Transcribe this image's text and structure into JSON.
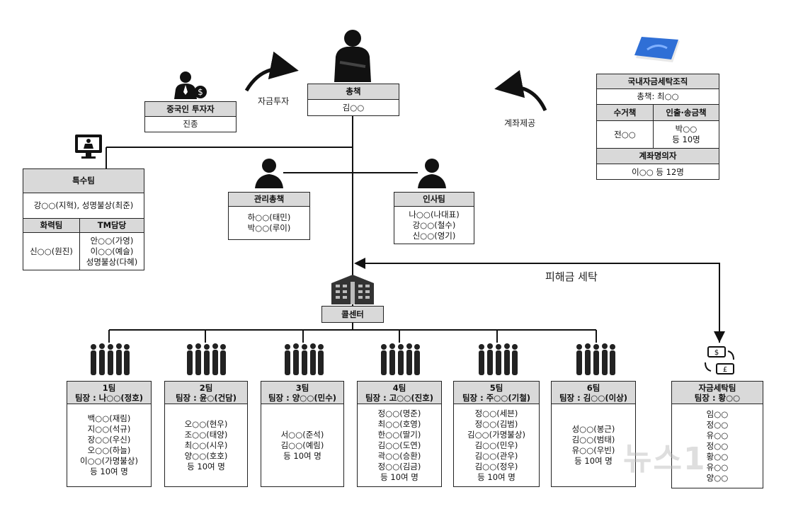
{
  "boss": {
    "title": "총책",
    "name": "김○○"
  },
  "investor": {
    "title": "중국인 투자자",
    "name": "진종"
  },
  "flow_invest": "자금투자",
  "flow_account": "계좌제공",
  "flow_launder": "피해금 세탁",
  "domestic": {
    "title": "국내자금세탁조직",
    "boss": "총책: 최○○",
    "collector_hdr": "수거책",
    "withdraw_hdr": "인출·송금책",
    "collector": "전○○",
    "withdraw": "박○○\n등 10명",
    "nominee_hdr": "계좌명의자",
    "nominee": "이○○ 등 12명"
  },
  "special": {
    "title": "특수팀",
    "members": "강○○(지혁), 성명불상(최준)",
    "fire_hdr": "화력팀",
    "tm_hdr": "TM담당",
    "fire": "신○○(원진)",
    "tm": "안○○(가영)\n이○○(예슬)\n성명불상(다혜)"
  },
  "mgmt": {
    "title": "관리총책",
    "members": "하○○(태민)\n박○○(루이)"
  },
  "hr": {
    "title": "인사팀",
    "members": "나○○(나대표)\n강○○(철수)\n신○○(영기)"
  },
  "callcenter": {
    "title": "콜센터"
  },
  "teams": [
    {
      "name": "1팀",
      "leader": "팀장 : 나○○(정호)",
      "members": "백○○(재림)\n지○○(석규)\n장○○(우신)\n오○○(하늘)\n이○○(가명불상)\n등 10여 명"
    },
    {
      "name": "2팀",
      "leader": "팀장 : 윤○(건담)",
      "members": "오○○(현우)\n조○○(태양)\n최○○(시우)\n양○○(호호)\n등 10여 명"
    },
    {
      "name": "3팀",
      "leader": "팀장 : 양○○(민수)",
      "members": "서○○(준석)\n김○○(예림)\n등 10여 명"
    },
    {
      "name": "4팀",
      "leader": "팀장 : 고○○(진호)",
      "members": "정○○(명준)\n최○○(호영)\n한○○(딸기)\n김○○(도연)\n곽○○(승환)\n정○○(김금)\n등 10여 명"
    },
    {
      "name": "5팀",
      "leader": "팀장 : 주○○(기철)",
      "members": "정○○(세븐)\n정○○(김범)\n김○○(가명불상)\n김○○(민우)\n김○○(관우)\n김○○(정우)\n등 10여 명"
    },
    {
      "name": "6팀",
      "leader": "팀장 : 김○○(이상)",
      "members": "성○○(봉근)\n김○○(범태)\n유○○(우빈)\n등 10여 명"
    }
  ],
  "laundry": {
    "title": "자금세탁팀",
    "leader": "팀장 : 황○○",
    "members": "임○○\n정○○\n유○○\n정○○\n황○○\n유○○\n양○○"
  },
  "watermark": "뉴스1",
  "colors": {
    "header_bg": "#d9d9d9",
    "border": "#222222",
    "accent_blue": "#2f6fd6"
  }
}
